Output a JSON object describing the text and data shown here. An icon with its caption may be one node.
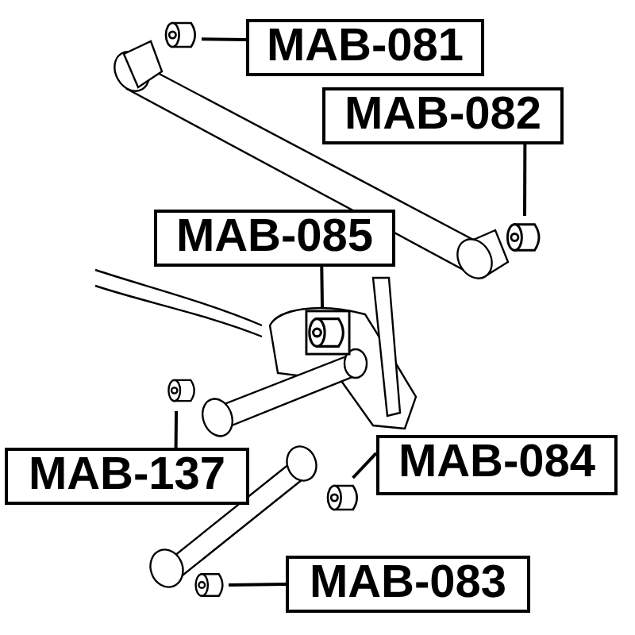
{
  "diagram": {
    "nodes": [
      {
        "text": [
          "MAB-081"
        ]
      },
      {
        "text": [],
        "shape": "cylinder"
      },
      {
        "text": [
          "MAB-082"
        ]
      },
      {
        "text": [],
        "shape": "cylinder"
      },
      {
        "text": [
          "MAB-085"
        ]
      },
      {
        "text": [],
        "shape": "cylinder"
      },
      {
        "text": [
          "MAB-137"
        ]
      },
      {
        "text": [],
        "shape": "cylinder"
      },
      {
        "text": [
          "MAB-084"
        ]
      },
      {
        "text": [],
        "shape": "cylinder"
      },
      {
        "text": [
          "MAB-083"
        ]
      },
      {
        "text": [],
        "shape": "cylinder"
      }
    ],
    "edges": [
      {
        "from": 0,
        "to": 1,
        "arrow": "none"
      },
      {
        "from": 2,
        "to": 3,
        "arrow": "none"
      },
      {
        "from": 4,
        "to": 5,
        "arrow": "none"
      },
      {
        "from": 6,
        "to": 7,
        "arrow": "none"
      },
      {
        "from": 8,
        "to": 9,
        "arrow": "none"
      },
      {
        "from": 10,
        "to": 11,
        "arrow": "none"
      }
    ]
  }
}
